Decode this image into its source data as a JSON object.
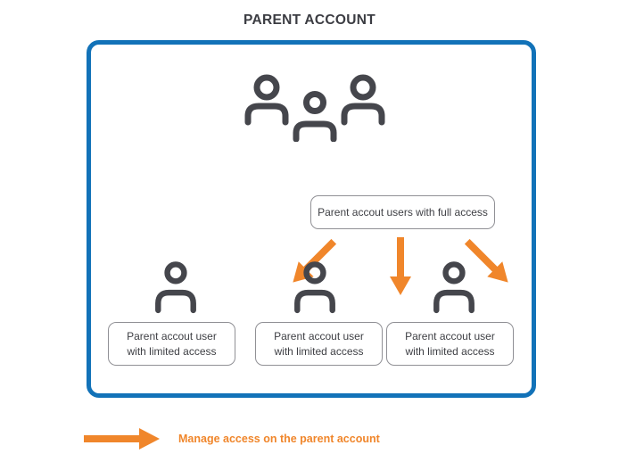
{
  "title": "PARENT ACCOUNT",
  "colors": {
    "box_border_blue": "#1272b8",
    "arrow_orange": "#f0862b",
    "icon_gray": "#45464c",
    "label_border_gray": "#909095",
    "label_text_dark": "#3f4045"
  },
  "diagram": {
    "full_access_label": "Parent accout users with full access",
    "limited_access_labels": [
      {
        "line1": "Parent accout user",
        "line2": "with limited access"
      },
      {
        "line1": "Parent accout user",
        "line2": "with limited access"
      },
      {
        "line1": "Parent accout user",
        "line2": "with limited access"
      }
    ]
  },
  "legend": {
    "label": "Manage access on the parent account"
  }
}
